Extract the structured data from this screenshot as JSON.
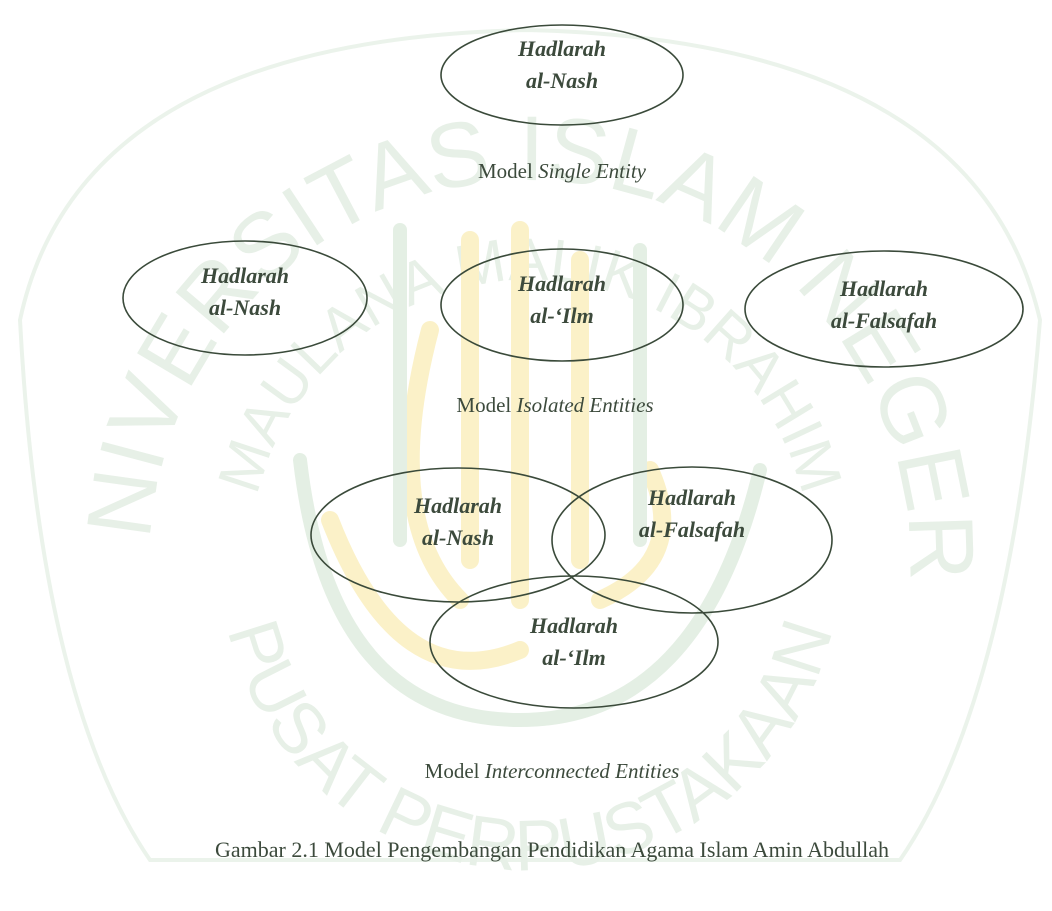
{
  "colors": {
    "ellipse_stroke": "#3a4a3a",
    "text": "#3c4a3c",
    "watermark": "#e6f0e6",
    "watermark_gold": "#fbf1c8"
  },
  "watermark": {
    "top_arc": "UNIVERSITAS ISLAM NEGERI",
    "inner_arc": "MAULANA MALIK IBRAHIM",
    "bottom_arc": "PUSAT PERPUSTAKAAN"
  },
  "single": {
    "caption_prefix": "Model ",
    "caption_italic": "Single Entity",
    "nash": [
      "Hadlarah",
      "al-Nash"
    ]
  },
  "isolated": {
    "caption_prefix": "Model ",
    "caption_italic": "Isolated Entities",
    "nash": [
      "Hadlarah",
      "al-Nash"
    ],
    "ilm": [
      "Hadlarah",
      "al-‘Ilm"
    ],
    "falsafah": [
      "Hadlarah",
      "al-Falsafah"
    ]
  },
  "interconnected": {
    "caption_prefix": "Model ",
    "caption_italic": "Interconnected Entities",
    "nash": [
      "Hadlarah",
      "al-Nash"
    ],
    "falsafah": [
      "Hadlarah",
      "al-Falsafah"
    ],
    "ilm": [
      "Hadlarah",
      "al-‘Ilm"
    ]
  },
  "figure_caption": "Gambar 2.1 Model Pengembangan Pendidikan Agama Islam Amin Abdullah"
}
